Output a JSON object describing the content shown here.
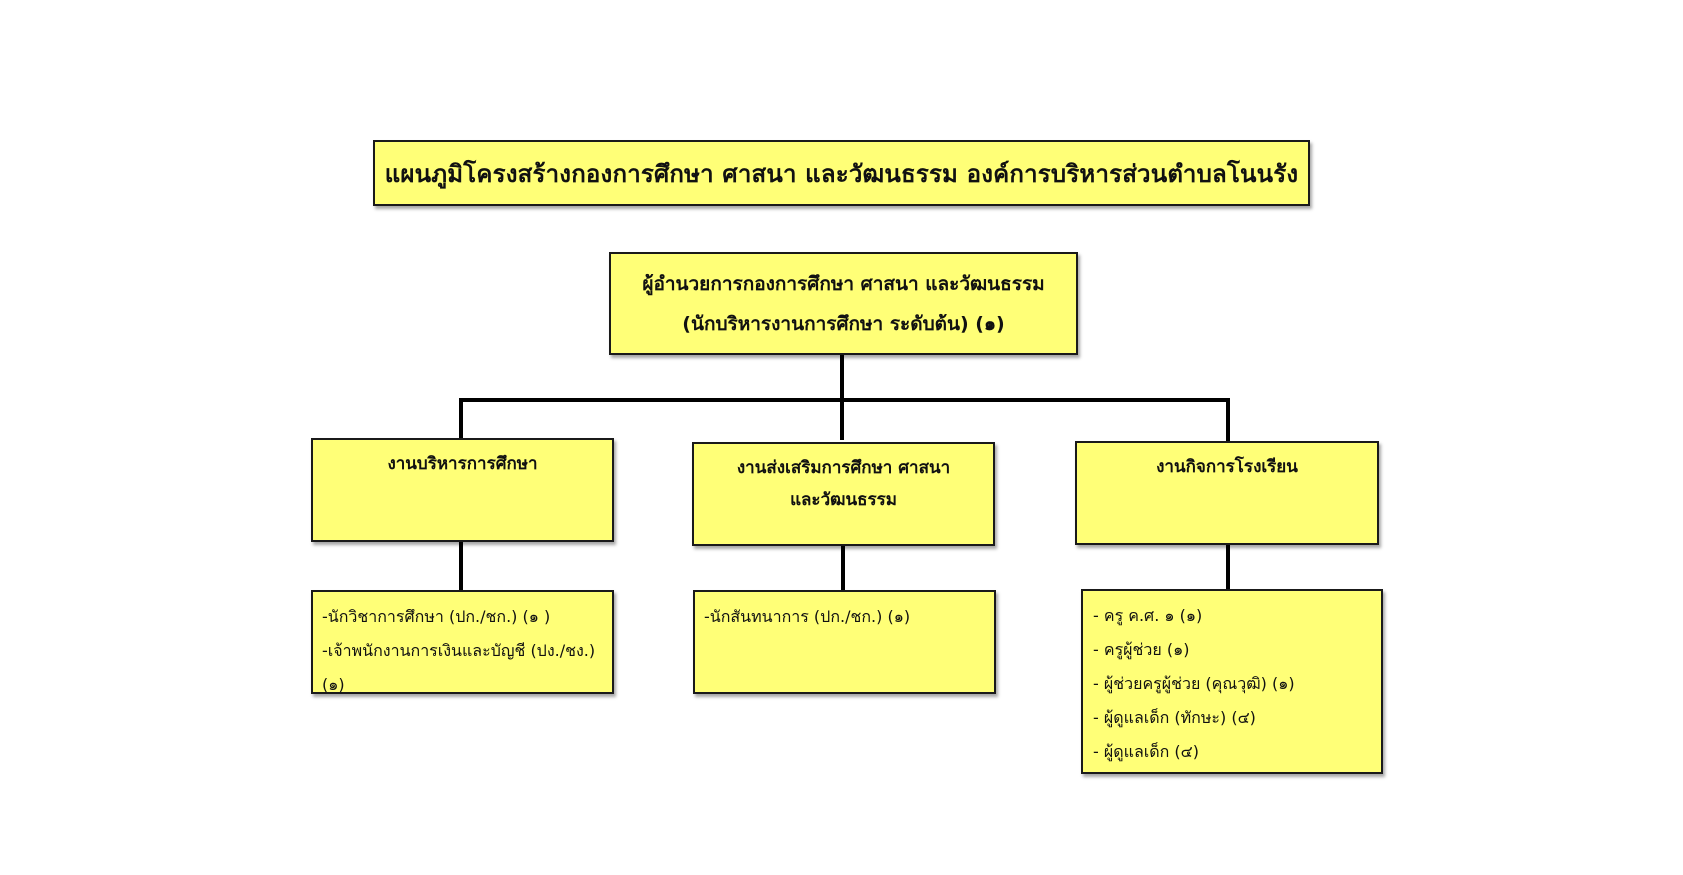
{
  "colors": {
    "box_fill": "#ffff77",
    "border": "#1a1a1a",
    "connector": "#000000"
  },
  "title": "แผนภูมิโครงสร้างกองการศึกษา ศาสนา และวัฒนธรรม องค์การบริหารส่วนตำบลโนนรัง",
  "director": {
    "line1": "ผู้อำนวยการกองการศึกษา ศาสนา และวัฒนธรรม",
    "line2": "(นักบริหารงานการศึกษา ระดับต้น) (๑)"
  },
  "units": [
    {
      "lines": [
        "งานบริหารการศึกษา"
      ],
      "staff": [
        "-นักวิชาการศึกษา (ปก./ชก.) (๑ )",
        "-เจ้าพนักงานการเงินและบัญชี (ปง./ชง.) (๑)"
      ]
    },
    {
      "lines": [
        "งานส่งเสริมการศึกษา ศาสนา",
        "และวัฒนธรรม"
      ],
      "staff": [
        "-นักสันทนาการ (ปก./ชก.) (๑)"
      ]
    },
    {
      "lines": [
        "งานกิจการโรงเรียน"
      ],
      "staff": [
        "- ครู ค.ศ. ๑ (๑)",
        "- ครูผู้ช่วย (๑)",
        "- ผู้ช่วยครูผู้ช่วย (คุณวุฒิ) (๑)",
        "- ผู้ดูแลเด็ก (ทักษะ) (๔)",
        "- ผู้ดูแลเด็ก (๔)"
      ]
    }
  ]
}
